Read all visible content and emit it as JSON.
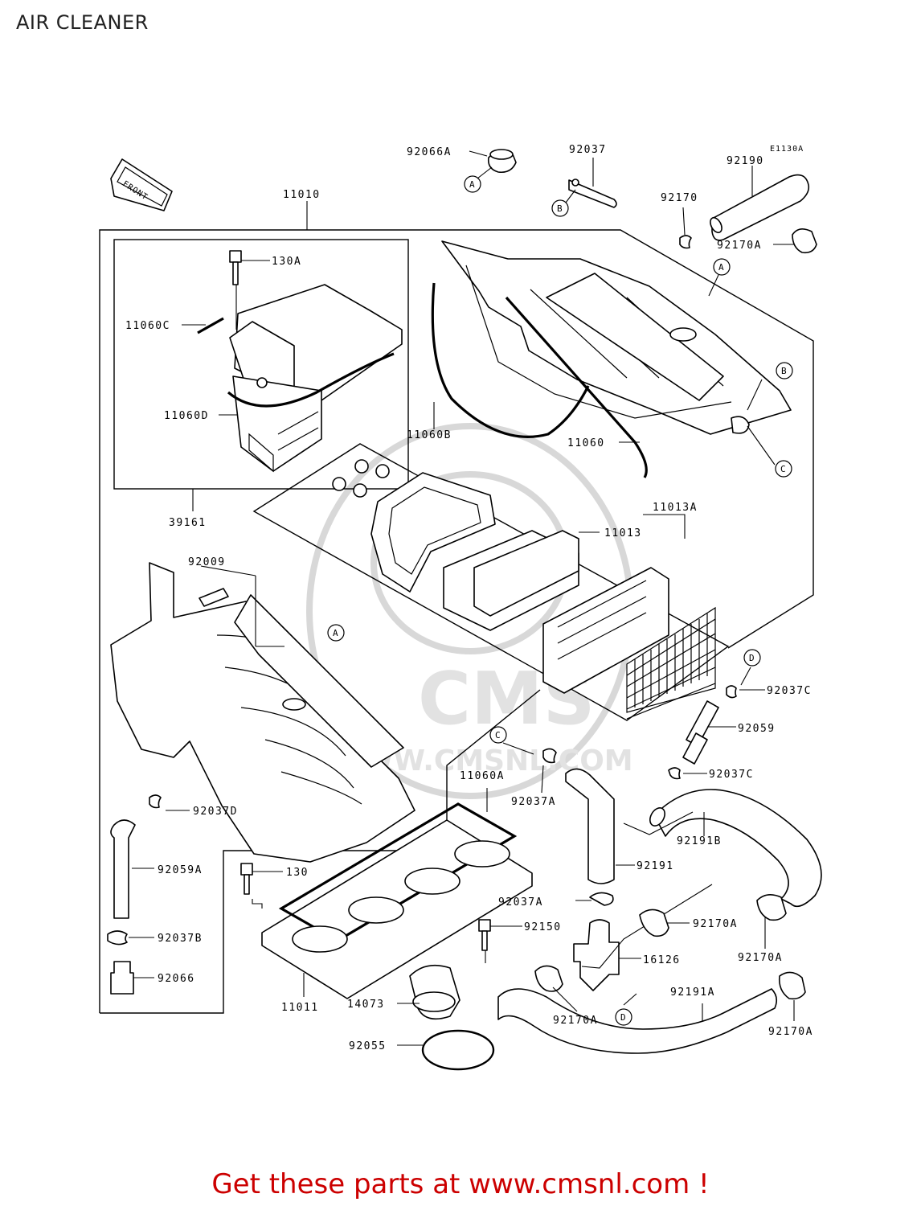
{
  "page": {
    "title": "AIR CLEANER",
    "diagram_code": "E1130A",
    "footer": "Get these parts at www.cmsnl.com !"
  },
  "watermark": {
    "brand": "CMS",
    "url": "WWW.CMSNL.COM"
  },
  "front_arrow": {
    "label": "FRONT"
  },
  "part_numbers": {
    "p92066A": "92066A",
    "p92037": "92037",
    "p92190": "92190",
    "p92170": "92170",
    "p92170A_top": "92170A",
    "p11010": "11010",
    "p130A": "130A",
    "p11060C": "11060C",
    "p11060D": "11060D",
    "p11060B": "11060B",
    "p11060": "11060",
    "p39161": "39161",
    "p11013A": "11013A",
    "p11013": "11013",
    "p92009": "92009",
    "p92037C_1": "92037C",
    "p92059": "92059",
    "p92037C_2": "92037C",
    "p11060A": "11060A",
    "p92037A_1": "92037A",
    "p92191B": "92191B",
    "p92037D": "92037D",
    "p92059A": "92059A",
    "p130": "130",
    "p92191": "92191",
    "p92037A_2": "92037A",
    "p92170A_mid": "92170A",
    "p92150": "92150",
    "p16126": "16126",
    "p92170A_right": "92170A",
    "p92037B": "92037B",
    "p92066": "92066",
    "p11011": "11011",
    "p14073": "14073",
    "p92191A": "92191A",
    "p92170A_low": "92170A",
    "p92170A_br": "92170A",
    "p92055": "92055"
  },
  "reference_marks": {
    "A": "A",
    "B": "B",
    "C": "C",
    "D": "D"
  }
}
